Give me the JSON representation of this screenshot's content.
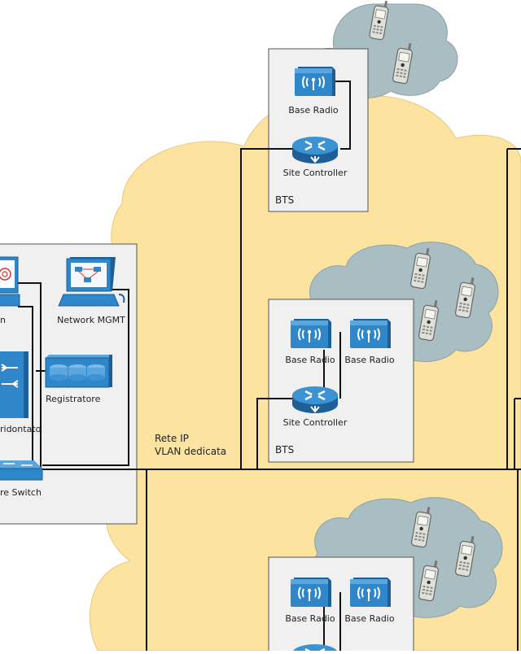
{
  "labels": {
    "network_label_line1": "Rete IP",
    "network_label_line2": "VLAN dedicata",
    "bts": "BTS",
    "base_radio": "Base Radio",
    "site_controller": "Site Controller",
    "network_mgmt": "Network MGMT",
    "registratore": "Registratore",
    "core_switch": "re Switch",
    "ridontato": "ridontato",
    "partial_n": "n"
  },
  "colors": {
    "cloud_yellow": "#fde3a0",
    "cloud_grey": "#a9bec3",
    "box_fill": "#f0f0f0",
    "box_stroke": "#555555",
    "icon_blue": "#2f86c8",
    "icon_dark": "#1d5f96",
    "link": "#111111"
  },
  "icons": {
    "base_radio": "antenna-icon",
    "site_controller": "router-icon",
    "workstation": "workstation-icon",
    "recorder": "storage-icon",
    "switch": "switch-icon",
    "handset": "mobile-phone-icon"
  }
}
